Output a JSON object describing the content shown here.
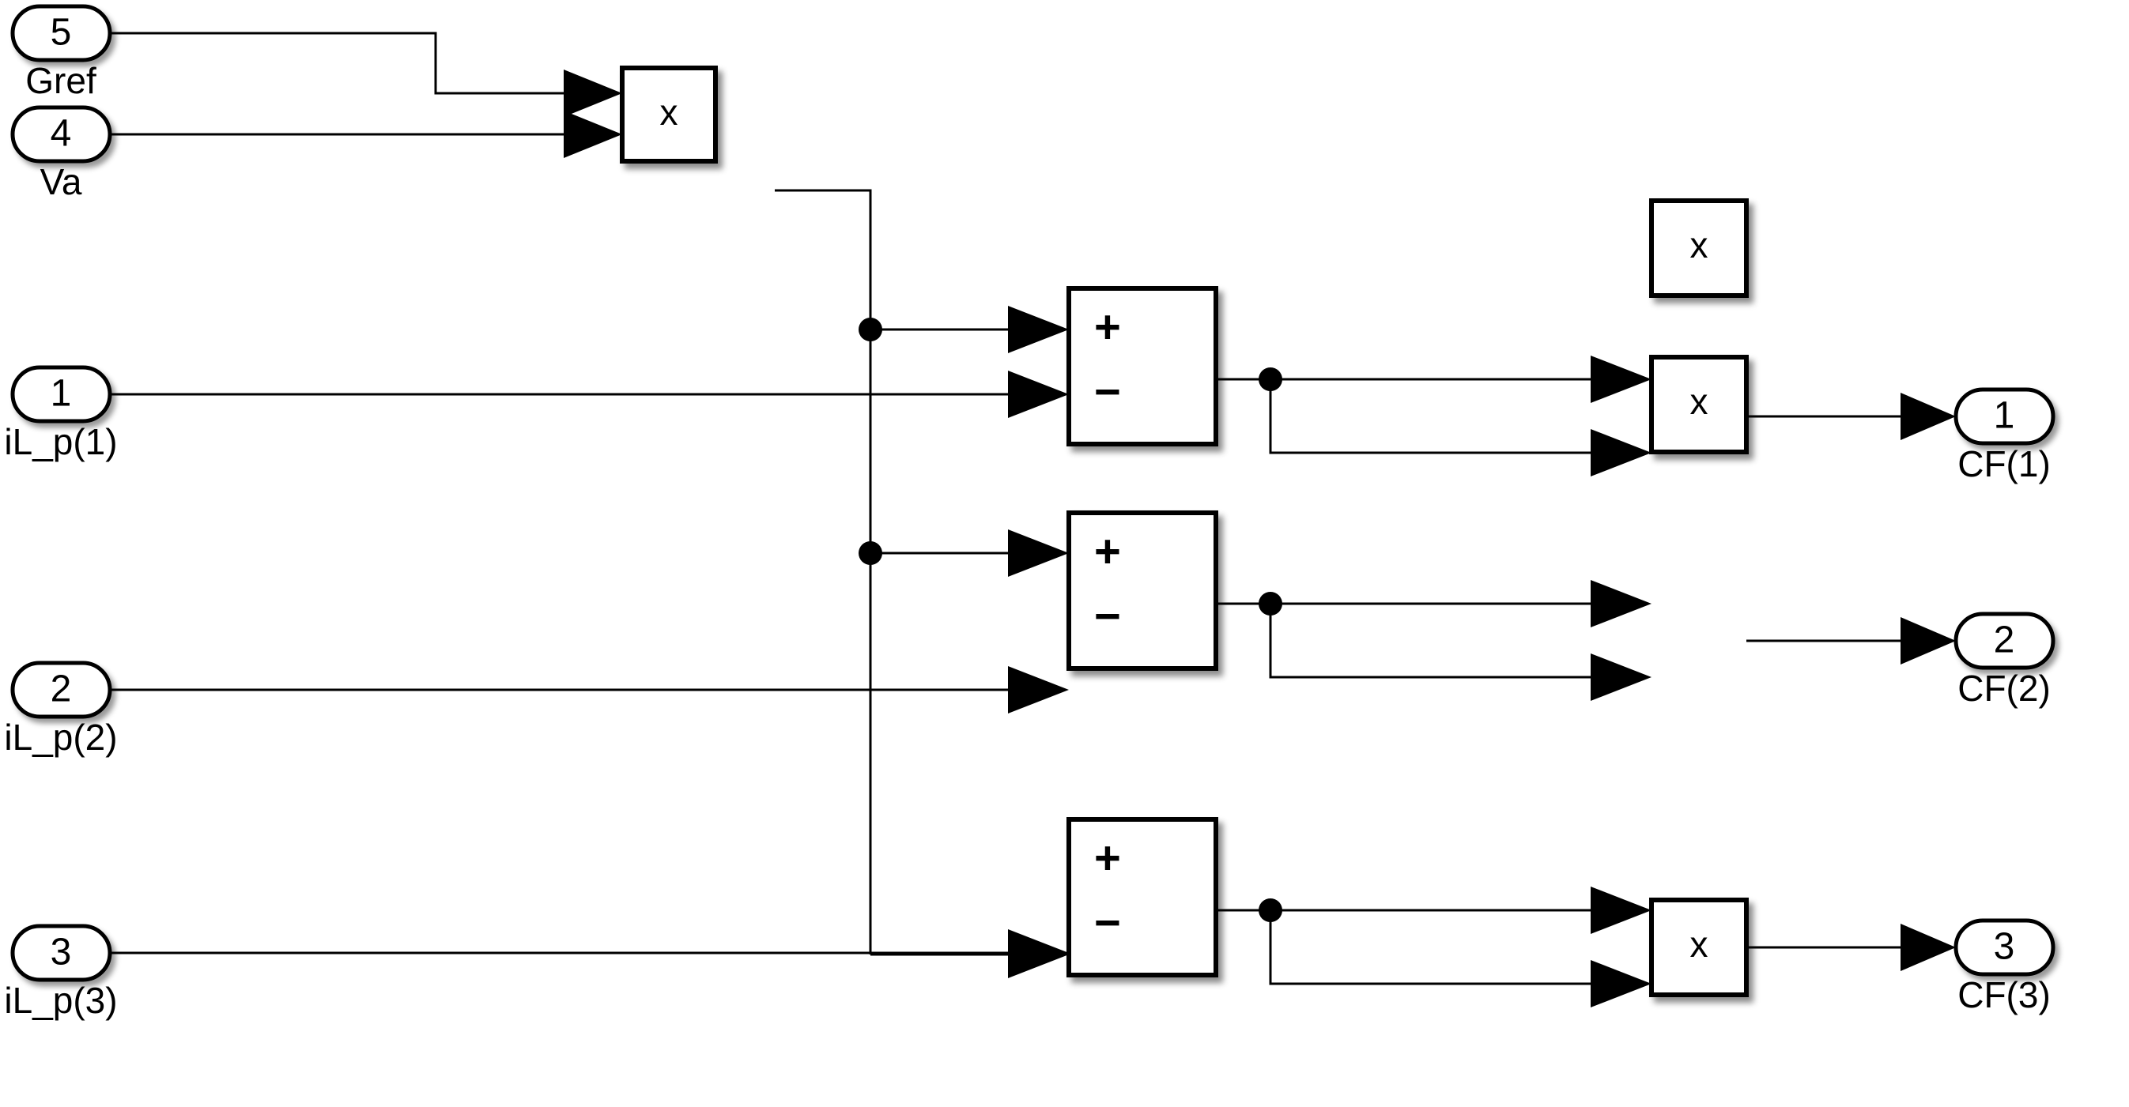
{
  "diagram": {
    "title": "Simulink subsystem block diagram",
    "background_color": "#ffffff",
    "line_color": "#000000",
    "block_fill": "#ffffff"
  },
  "inports": [
    {
      "number": "5",
      "label": "Gref",
      "name": "inport-gref"
    },
    {
      "number": "4",
      "label": "Va",
      "name": "inport-va"
    },
    {
      "number": "1",
      "label": "iL_p(1)",
      "name": "inport-il-p-1"
    },
    {
      "number": "2",
      "label": "iL_p(2)",
      "name": "inport-il-p-2"
    },
    {
      "number": "3",
      "label": "iL_p(3)",
      "name": "inport-il-p-3"
    }
  ],
  "outports": [
    {
      "number": "1",
      "label": "CF(1)",
      "name": "outport-cf-1"
    },
    {
      "number": "2",
      "label": "CF(2)",
      "name": "outport-cf-2"
    },
    {
      "number": "3",
      "label": "CF(3)",
      "name": "outport-cf-3"
    }
  ],
  "blocks": {
    "product_input": {
      "symbol": "x",
      "name": "product-block-gref-va"
    },
    "sums": [
      {
        "plus": "+",
        "minus": "−",
        "name": "sum-block-row-1"
      },
      {
        "plus": "+",
        "minus": "−",
        "name": "sum-block-row-2"
      },
      {
        "plus": "+",
        "minus": "−",
        "name": "sum-block-row-3"
      }
    ],
    "products_out": [
      {
        "symbol": "x",
        "name": "product-block-square-row-1"
      },
      {
        "symbol": "x",
        "name": "product-block-square-row-2"
      },
      {
        "symbol": "x",
        "name": "product-block-square-row-3"
      }
    ]
  },
  "symbols": {
    "multiply": "x",
    "plus": "+",
    "minus": "−"
  }
}
